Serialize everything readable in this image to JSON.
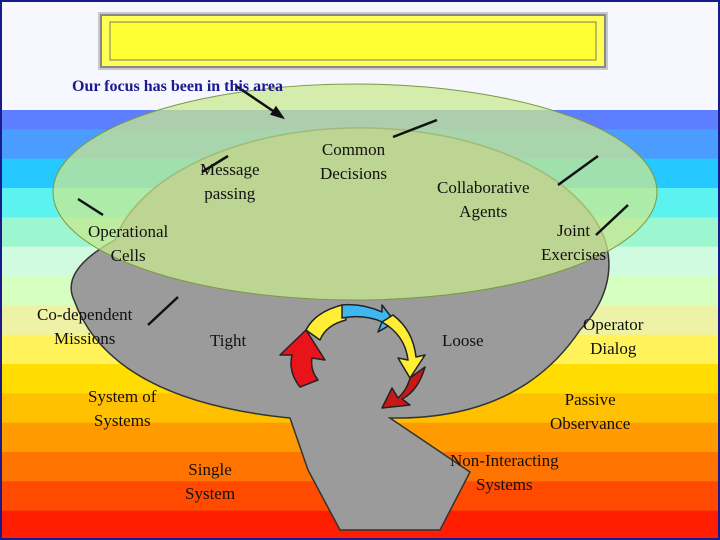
{
  "slide": {
    "title": "",
    "focus_caption": "Our focus has been in this area"
  },
  "labels": {
    "message_passing": [
      "Message",
      "passing"
    ],
    "common_decisions": [
      "Common",
      "Decisions"
    ],
    "collaborative_agents": [
      "Collaborative",
      "Agents"
    ],
    "operational_cells": [
      "Operational",
      "Cells"
    ],
    "joint_exercises": [
      "Joint",
      "Exercises"
    ],
    "co_dependent_missions": [
      "Co-dependent",
      "Missions"
    ],
    "tight": "Tight",
    "loose": "Loose",
    "operator_dialog": [
      "Operator",
      "Dialog"
    ],
    "system_of_systems": [
      "System of",
      "Systems"
    ],
    "passive_observance": [
      "Passive",
      "Observance"
    ],
    "single_system": [
      "Single",
      "System"
    ],
    "non_interacting_systems": [
      "Non-Interacting",
      "Systems"
    ]
  },
  "colors": {
    "background_bands": [
      "#5c7eff",
      "#4a9dff",
      "#25c8ff",
      "#5cf2ef",
      "#9cf6cf",
      "#d0fbe0",
      "#d6ffc2",
      "#eef2a6",
      "#fff25a",
      "#ffdd00",
      "#ffc000",
      "#ff9a00",
      "#ff7300",
      "#ff4a00",
      "#ff1e00"
    ],
    "ring_fill": "#9b9b9b",
    "focus_ellipse": "#c8e890",
    "arrow_red": "#e8141a",
    "arrow_blue": "#3fb6f0",
    "arrow_yellow": "#ffee33",
    "arrow_darkred": "#c81818"
  }
}
